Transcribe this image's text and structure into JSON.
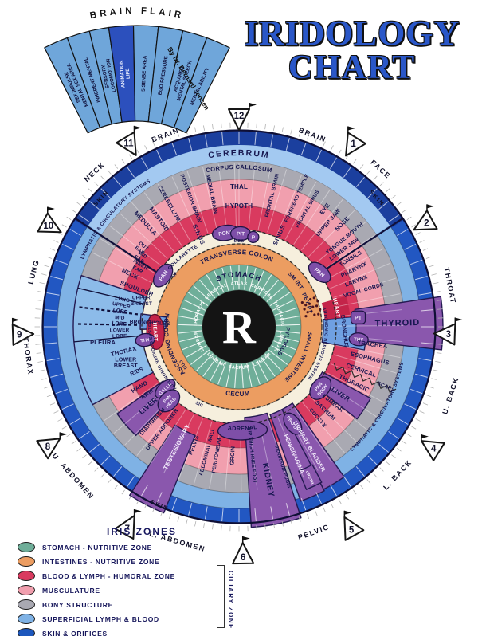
{
  "title": {
    "line1": "IRIDOLOGY",
    "line2": "CHART"
  },
  "credit": "By Dr. Bernard Jensen",
  "eye_marker": "R",
  "brain_flair": {
    "title": "BRAIN FLAIR",
    "segments": [
      {
        "lines": [
          "SEX IMPULSE",
          "MENTAL SEX AREA"
        ]
      },
      {
        "lines": [
          "INHERENT MENTAL"
        ]
      },
      {
        "lines": [
          "SENSORY",
          "LOCOMOTION"
        ]
      },
      {
        "lines": [
          "ANIMATION",
          "LIFE"
        ],
        "dark": true
      },
      {
        "lines": [
          "5 SENSE AREA"
        ]
      },
      {
        "lines": [
          "EGO PRESSURE"
        ]
      },
      {
        "lines": [
          "ACQUIRED",
          "MENTAL SPEECH"
        ]
      },
      {
        "lines": [
          "MENTAL ABILITY"
        ]
      }
    ]
  },
  "legend": {
    "title": "IRIS ZONES",
    "bracket_label": "CILIARY ZONE",
    "items": [
      {
        "label": "STOMACH - NUTRITIVE ZONE",
        "color": "#6fae99"
      },
      {
        "label": "INTESTINES - NUTRITIVE ZONE",
        "color": "#ec9d61"
      },
      {
        "label": "BLOOD & LYMPH - HUMORAL ZONE",
        "color": "#d93a5f"
      },
      {
        "label": "MUSCULATURE",
        "color": "#f19fae"
      },
      {
        "label": "BONY STRUCTURE",
        "color": "#a9a9b2"
      },
      {
        "label": "SUPERFICIAL LYMPH & BLOOD",
        "color": "#7fb2e5"
      },
      {
        "label": "SKIN & ORIFICES",
        "color": "#1d57bd"
      }
    ]
  },
  "palette": {
    "outer_blue": "#2257c2",
    "outer_blue_dark": "#1b3f9e",
    "light_blue": "#7fb2e5",
    "cerebrum_blue": "#a3c9f1",
    "gray": "#a9a9b2",
    "pink": "#f19fae",
    "red": "#d93a5f",
    "collarette": "#f6efdd",
    "orange": "#ec9d61",
    "teal": "#6fae99",
    "black": "#141414",
    "organ_purple": "#8a57ad",
    "oval_purple": "#7e4fa8",
    "heart_red": "#c42449",
    "lung_blue": "#8cbbe9",
    "bronchus_blue": "#6fa0e2",
    "navy": "#16164f",
    "white_text": "#f2ecfa"
  },
  "rings": [
    {
      "r": 246,
      "color": "outer_blue"
    },
    {
      "r": 228,
      "color": "light_blue"
    },
    {
      "r": 208,
      "color": "gray"
    },
    {
      "r": 185,
      "color": "pink"
    },
    {
      "r": 152,
      "color": "red"
    },
    {
      "r": 122,
      "color": "collarette"
    },
    {
      "r": 104,
      "color": "orange"
    },
    {
      "r": 78,
      "color": "teal"
    },
    {
      "r": 46,
      "color": "black"
    }
  ],
  "sectors": [
    {
      "name": "cerebrum-cap",
      "a1": -57,
      "a2": 57,
      "r1": 228,
      "r2": 246,
      "color": "outer_blue_dark"
    },
    {
      "name": "cerebrum-band",
      "a1": -56,
      "a2": 56,
      "r1": 208,
      "r2": 228,
      "color": "cerebrum_blue"
    },
    {
      "name": "lung-sector",
      "a1": 242,
      "a2": 288,
      "r1": 122,
      "r2": 208,
      "color": "lung_blue",
      "stroke": true
    },
    {
      "name": "bronchioles-strip",
      "a1": 268.5,
      "a2": 277.5,
      "r1": 92,
      "r2": 124,
      "color": "bronchus_blue",
      "stroke": true
    },
    {
      "name": "bronchus-strip",
      "a1": 85,
      "a2": 100.5,
      "r1": 106,
      "r2": 160,
      "color": "bronchus_blue",
      "stroke": true
    },
    {
      "name": "heart-patch",
      "a1": 74,
      "a2": 85,
      "r1": 108,
      "r2": 140,
      "color": "heart_red"
    },
    {
      "name": "thyroid",
      "a1": 81.5,
      "a2": 96.5,
      "r1": 147,
      "r2": 256,
      "color": "organ_purple",
      "stroke": true
    },
    {
      "name": "liver-right",
      "a1": 118.5,
      "a2": 128,
      "r1": 119,
      "r2": 188,
      "color": "organ_purple",
      "stroke": true
    },
    {
      "name": "urinary-bladder",
      "a1": 145,
      "a2": 152.5,
      "r1": 117,
      "r2": 230,
      "color": "organ_purple",
      "stroke": true
    },
    {
      "name": "penis-vagina",
      "a1": 152.5,
      "a2": 160.5,
      "r1": 117,
      "r2": 232,
      "color": "organ_purple",
      "stroke": true
    },
    {
      "name": "ureth",
      "a1": 152,
      "a2": 157.5,
      "r1": 196,
      "r2": 221,
      "color": "organ_purple",
      "stroke": true
    },
    {
      "name": "kidney",
      "a1": 162,
      "a2": 176.5,
      "r1": 114,
      "r2": 252,
      "color": "organ_purple",
      "stroke": true
    },
    {
      "name": "testes-ovary",
      "a1": 202,
      "a2": 213,
      "r1": 147,
      "r2": 252,
      "color": "organ_purple",
      "stroke": true
    },
    {
      "name": "liver-left",
      "a1": 223.5,
      "a2": 234.5,
      "r1": 117,
      "r2": 188,
      "color": "organ_purple",
      "stroke": true
    }
  ],
  "separators": [
    {
      "a": -56.5,
      "r1": 125,
      "r2": 246
    },
    {
      "a": 56.5,
      "r1": 125,
      "r2": 246
    },
    {
      "a": 264.8,
      "r1": 122,
      "r2": 208,
      "solid": true
    },
    {
      "a": 283.5,
      "r1": 122,
      "r2": 208,
      "solid": true
    },
    {
      "a": 271,
      "r1": 128,
      "r2": 205
    },
    {
      "a": 277,
      "r1": 128,
      "r2": 205
    }
  ],
  "squiggle": {
    "a": 112.5,
    "r1": 128,
    "r2": 212
  },
  "arc_labels": [
    {
      "t": "CEREBRUM",
      "a": 0,
      "r": 215,
      "s": 10.5,
      "ls": 2
    },
    {
      "t": "CORPUS CALLOSUM",
      "a": 0,
      "r": 198,
      "s": 7.5
    },
    {
      "t": "LYMPHATIC & CIRCULATORY SYSTEMS",
      "a": -49,
      "r": 213,
      "s": 6.2
    },
    {
      "t": "LYMPHATIC & CIRCULATORY SYSTEMS",
      "a": 120,
      "r": 211,
      "s": 6.2,
      "f": 1
    },
    {
      "t": "STOMACH",
      "a": 0,
      "r": 63,
      "s": 9,
      "ls": 1.5
    },
    {
      "t": "TRANSVERSE COLON",
      "a": -2,
      "r": 91,
      "s": 8
    },
    {
      "t": "SM INT",
      "a": 51,
      "r": 90,
      "s": 6.8
    },
    {
      "t": "PEY PT",
      "a": 71,
      "r": 89,
      "s": 6.8
    },
    {
      "t": "SMALL INTESTINE",
      "a": 117,
      "r": 87,
      "s": 7
    },
    {
      "t": "CECUM",
      "a": 181,
      "r": 87,
      "s": 8,
      "f": 1
    },
    {
      "t": "ASCENDING COLON",
      "a": 255,
      "r": 89,
      "s": 7.5
    },
    {
      "t": "PYLORUS",
      "a": 108,
      "r": 59,
      "s": 7
    },
    {
      "t": "COLLARETTE",
      "a": -39,
      "r": 112,
      "s": 6.2
    },
    {
      "t": "AUTONOMIC NERVOUS SYSTEM",
      "a": 250,
      "r": 110,
      "s": 5.4
    },
    {
      "t": "AUTONOMIC NERVOUS SYSTEM",
      "a": 102,
      "r": 108,
      "s": 5.4
    },
    {
      "t": "MES",
      "a": 0,
      "r": 106,
      "s": 5.4
    },
    {
      "t": "HF",
      "a": -51,
      "r": 102,
      "s": 5.4
    },
    {
      "t": "DUO",
      "a": 236,
      "r": 83,
      "s": 5.4
    },
    {
      "t": "SIG",
      "a": 207,
      "r": 111,
      "s": 5.4,
      "f": 1
    },
    {
      "t": "HEART",
      "a": 79,
      "r": 123,
      "s": 6.6,
      "c": "#ffffff"
    },
    {
      "t": "ADRENAL",
      "a": 178,
      "r": 130,
      "s": 7.2,
      "f": 1
    }
  ],
  "spine_labels": [
    {
      "t": "ATLAS",
      "a": 0
    },
    {
      "t": "CERVICAL",
      "a": -33
    },
    {
      "t": "CERVICAL",
      "a": 33
    },
    {
      "t": "THORACIC",
      "a": -72
    },
    {
      "t": "THORACIC",
      "a": 72
    },
    {
      "t": "LUMBAR",
      "a": -110
    },
    {
      "t": "LUMBAR",
      "a": 110
    },
    {
      "t": "LUMBAR",
      "a": 145,
      "f": 1
    },
    {
      "t": "LUMBAR",
      "a": -145,
      "f": 1
    },
    {
      "t": "SACRUM",
      "a": 180,
      "f": 1
    }
  ],
  "radial_labels": [
    {
      "t": "MEDULLA",
      "a": -42,
      "r": 175
    },
    {
      "t": "MASTOID",
      "a": -36.5,
      "r": 168
    },
    {
      "t": "CEREBELLUM",
      "a": -29.5,
      "r": 178,
      "s": 7
    },
    {
      "t": "POSTERIOR BRAIN",
      "a": -20.5,
      "r": 172,
      "s": 6.6
    },
    {
      "t": "MEDIAL BRAIN",
      "a": -11.5,
      "r": 170,
      "s": 6.6
    },
    {
      "t": "THAL",
      "a": 0,
      "r": 176,
      "rot": 0,
      "s": 8
    },
    {
      "t": "HYPOTH",
      "a": 0,
      "r": 152,
      "rot": 0,
      "s": 8
    },
    {
      "t": "FRONTAL BRAIN",
      "a": 14,
      "r": 170,
      "s": 6.6
    },
    {
      "t": "FOREHEAD TEMPLE",
      "a": 24,
      "r": 177,
      "s": 6.3
    },
    {
      "t": "FRONTAL SINUS",
      "a": 30,
      "r": 171,
      "s": 6.3
    },
    {
      "t": "EYE",
      "a": 36,
      "r": 183
    },
    {
      "t": "UPPER JAW",
      "a": 40.5,
      "r": 172,
      "s": 7
    },
    {
      "t": "NOSE",
      "a": 45,
      "r": 183
    },
    {
      "t": "TONGUE MOUTH",
      "a": 50,
      "r": 173,
      "s": 6.8
    },
    {
      "t": "LOWER JAW",
      "a": 53.5,
      "r": 164,
      "s": 6.8
    },
    {
      "t": "TONSILS",
      "a": 58.5,
      "r": 164,
      "s": 7
    },
    {
      "t": "PHARYNX",
      "a": 63.5,
      "r": 161,
      "s": 7
    },
    {
      "t": "LARYNX",
      "a": 68.5,
      "r": 158,
      "s": 7
    },
    {
      "t": "VOCAL CORDS",
      "a": 73.5,
      "r": 163,
      "s": 6.8
    },
    {
      "t": "THYROID",
      "a": 88.5,
      "r": 199,
      "s": 11,
      "ls": 1
    },
    {
      "t": "TRACHEA",
      "a": 97.5,
      "r": 169
    },
    {
      "t": "ESOPHAGUS",
      "a": 103.5,
      "r": 169
    },
    {
      "t": "CERVICAL",
      "a": 109.5,
      "r": 163
    },
    {
      "t": "THORACIC",
      "a": 116,
      "r": 161
    },
    {
      "t": "SCAP",
      "a": 112,
      "r": 197,
      "s": 6.5
    },
    {
      "t": "LIVER",
      "a": 123.5,
      "r": 153,
      "s": 8.5
    },
    {
      "t": "LUMBAR",
      "a": 129,
      "r": 152,
      "s": 7
    },
    {
      "t": "SACRUM",
      "a": 134,
      "r": 151,
      "s": 7
    },
    {
      "t": "COCCYX",
      "a": 139,
      "r": 151,
      "s": 6.5
    },
    {
      "t": "URINARY BLADDER",
      "a": 149.5,
      "r": 174,
      "s": 7.2,
      "c": "#f2eafb"
    },
    {
      "t": "PENIS/VAGINA",
      "a": 156.5,
      "r": 174,
      "s": 7.2,
      "c": "#f2eafb"
    },
    {
      "t": "PERINEUM PUBIS",
      "a": 162.5,
      "r": 184,
      "s": 6.2
    },
    {
      "t": "URETH",
      "a": 154.8,
      "r": 209,
      "s": 5,
      "c": "#f2eafb"
    },
    {
      "t": "KIDNEY",
      "a": 169,
      "r": 196,
      "s": 10,
      "ls": 1
    },
    {
      "t": "HIP THIGH KNEE FOOT",
      "a": 174,
      "r": 162,
      "s": 6
    },
    {
      "t": "GROIN",
      "a": 183,
      "r": 162,
      "s": 7
    },
    {
      "t": "PERITONEUM",
      "a": 190,
      "r": 164,
      "s": 6.4
    },
    {
      "t": "ABDOMINAL WALL",
      "a": 194.5,
      "r": 162,
      "s": 6.4
    },
    {
      "t": "PELVIS",
      "a": 201,
      "r": 159,
      "s": 7
    },
    {
      "t": "TESTES/OVARY",
      "a": 207.5,
      "r": 170,
      "s": 8,
      "c": "#f2eafb"
    },
    {
      "t": "UPPER ABDOMEN",
      "a": 217,
      "r": 161,
      "s": 6.8
    },
    {
      "t": "DIAPHRAGM",
      "a": 222.5,
      "r": 161,
      "s": 6.8
    },
    {
      "t": "LIVER",
      "a": 229,
      "r": 151,
      "s": 9
    },
    {
      "t": "ARM",
      "a": 234,
      "r": 143
    },
    {
      "t": "HAND",
      "a": 239,
      "r": 146
    },
    {
      "t": "RIBS",
      "a": 246.5,
      "r": 140,
      "s": 7
    },
    {
      "lines": [
        "LOWER",
        "BREAST"
      ],
      "a": 252.5,
      "r": 149,
      "rot": 0,
      "s": 7
    },
    {
      "t": "THORAX",
      "a": 258,
      "r": 148,
      "rot": -14
    },
    {
      "t": "PLEURA",
      "a": 263.5,
      "r": 172,
      "rot": 0
    },
    {
      "lines": [
        "LUNG",
        "LOWER",
        "LOBE"
      ],
      "a": 268.5,
      "r": 150,
      "s": 6.4
    },
    {
      "lines": [
        "LUNG",
        "MID",
        "LOBE"
      ],
      "a": 274.5,
      "r": 150,
      "s": 6.4
    },
    {
      "lines": [
        "LUNG",
        "UPPER",
        "LOBE"
      ],
      "a": 280.5,
      "r": 150,
      "s": 6.4
    },
    {
      "lines": [
        "UPPER",
        "BREAST"
      ],
      "a": 285,
      "r": 127,
      "rot": 0,
      "s": 6.4
    },
    {
      "t": "BRONCHIOLES",
      "a": 272.8,
      "r": 112,
      "s": 6.6
    },
    {
      "t": "BRONCHUS",
      "a": 92.5,
      "r": 133,
      "rot": 83,
      "s": 7
    },
    {
      "t": "HEART",
      "a": 266.5,
      "r": 105,
      "rot": 86,
      "s": 6.6,
      "c": "#ffffff"
    },
    {
      "t": "SHOULDER",
      "a": 290.5,
      "r": 137
    },
    {
      "t": "NECK",
      "a": 296,
      "r": 152
    },
    {
      "lines": [
        "INNER",
        "EAR"
      ],
      "a": 301,
      "r": 146,
      "s": 6.2
    },
    {
      "lines": [
        "MID",
        "EAR"
      ],
      "a": 305.5,
      "r": 151,
      "s": 6.2
    },
    {
      "lines": [
        "OUT",
        "EAR"
      ],
      "a": 309,
      "r": 157,
      "s": 6.2
    },
    {
      "t": "SINUS",
      "a": -23.5,
      "r": 126,
      "ls": 1
    },
    {
      "t": "SINUS",
      "a": 23.5,
      "r": 126,
      "ls": 1
    }
  ],
  "ovals": [
    {
      "t": "PONS",
      "a": -8,
      "r": 119,
      "rx": 17,
      "ry": 9.5,
      "s": 6.5,
      "rot": -8
    },
    {
      "t": "PIT",
      "a": 1,
      "r": 117,
      "rx": 12.5,
      "ry": 8.5,
      "s": 6.5,
      "rot": 1
    },
    {
      "t": "P",
      "a": 9,
      "r": 114,
      "rx": 7,
      "ry": 7,
      "s": 6.5,
      "rot": 9
    },
    {
      "t": "PAN",
      "a": 56,
      "r": 122,
      "rx": 16,
      "ry": 9.5,
      "s": 7,
      "rot": 40
    },
    {
      "t": "PAN",
      "a": 304,
      "r": 115,
      "rx": 16,
      "ry": 9.5,
      "s": 7,
      "rot": -55
    },
    {
      "t": "THY",
      "a": 96,
      "r": 151,
      "rx": 12,
      "ry": 8,
      "s": 6,
      "rot": 4
    },
    {
      "t": "THY",
      "a": 262,
      "r": 119,
      "rx": 12,
      "ry": 8,
      "s": 6,
      "rot": -8
    },
    {
      "t": "GALLB",
      "a": 230,
      "r": 121,
      "rx": 15,
      "ry": 8.5,
      "s": 5.8,
      "rot": -42
    },
    {
      "lines": [
        "PAN",
        "HEAD"
      ],
      "a": 223.5,
      "r": 128,
      "rx": 16,
      "ry": 11,
      "s": 5.8,
      "rot": -46
    },
    {
      "lines": [
        "PAN",
        "BODY"
      ],
      "a": 127,
      "r": 128,
      "rx": 16,
      "ry": 11,
      "s": 5.8,
      "rot": -50
    },
    {
      "t": "PRO UT",
      "a": 151,
      "r": 139,
      "rx": 15,
      "ry": 9,
      "s": 5.8,
      "rot": 55
    },
    {
      "t": "",
      "a": 178,
      "r": 130,
      "rx": 31,
      "ry": 12,
      "s": 6,
      "rot": -2
    }
  ],
  "pt_box": {
    "t": "PT",
    "a": 85.5,
    "r": 150,
    "s": 7
  },
  "heart_left_ellipse": {
    "a": 266.5,
    "r": 105,
    "rx": 11,
    "ry": 22
  },
  "outer_labels": [
    {
      "t": "BRAIN",
      "a": -21,
      "r": 258,
      "s": 9
    },
    {
      "t": "BRAIN",
      "a": 21,
      "r": 258,
      "s": 9
    },
    {
      "t": "FACE",
      "a": 42,
      "r": 266,
      "s": 9
    },
    {
      "t": "THROAT",
      "a": 79,
      "r": 270,
      "s": 9
    },
    {
      "t": "U. BACK",
      "a": 108,
      "r": 279,
      "s": 9
    },
    {
      "t": "L. BACK",
      "a": 133,
      "r": 272,
      "s": 9
    },
    {
      "t": "PELVIC",
      "a": 160,
      "r": 274,
      "s": 9
    },
    {
      "t": "L. ABDOMEN",
      "a": 196,
      "r": 280,
      "s": 9
    },
    {
      "t": "U. ABDOMEN",
      "a": 228,
      "r": 280,
      "s": 9
    },
    {
      "t": "THORAX",
      "a": 262,
      "r": 267,
      "s": 9
    },
    {
      "t": "LUNG",
      "a": 285,
      "r": 267,
      "s": 9
    },
    {
      "t": "NECK",
      "a": 317,
      "r": 266,
      "s": 9
    },
    {
      "t": "SKIN",
      "a": 313,
      "r": 237,
      "s": 7.5
    },
    {
      "t": "SKIN",
      "a": 47,
      "r": 237,
      "s": 7.5
    },
    {
      "t": "SKIN",
      "a": 204,
      "r": 245,
      "s": 7.5
    }
  ],
  "triangles": [
    {
      "n": "12",
      "a": 0,
      "r": 264
    },
    {
      "n": "1",
      "a": 32,
      "r": 270
    },
    {
      "n": "2",
      "a": 61,
      "r": 268
    },
    {
      "n": "3",
      "a": 92,
      "r": 262
    },
    {
      "n": "4",
      "a": 122,
      "r": 287
    },
    {
      "n": "5",
      "a": 151,
      "r": 290
    },
    {
      "n": "6",
      "a": 179,
      "r": 288
    },
    {
      "n": "7",
      "a": 209,
      "r": 288
    },
    {
      "n": "8",
      "a": 238,
      "r": 282
    },
    {
      "n": "9",
      "a": 268,
      "r": 275
    },
    {
      "n": "10",
      "a": 298,
      "r": 270
    },
    {
      "n": "11",
      "a": 329,
      "r": 268
    }
  ]
}
